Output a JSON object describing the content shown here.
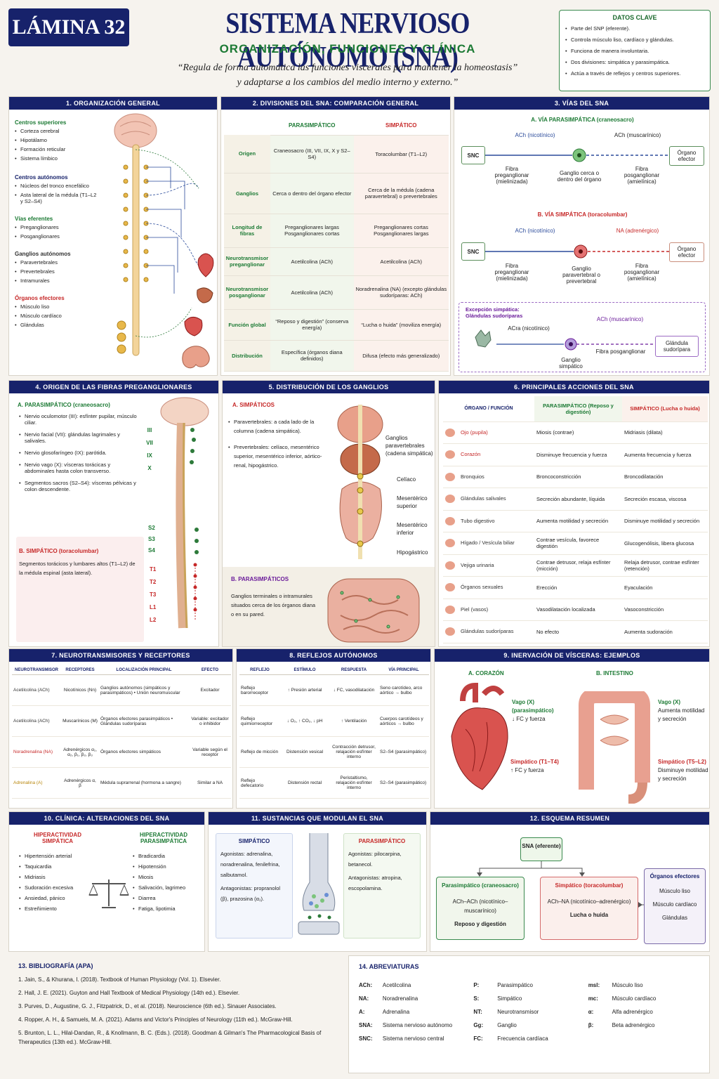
{
  "header": {
    "lamina": "LÁMINA 32",
    "title": "SISTEMA NERVIOSO AUTÓNOMO (SNA)",
    "subtitle": "ORGANIZACIÓN, FUNCIONES Y CLÍNICA",
    "quote_line1": "“Regula de forma automática las funciones viscerales para mantener la homeostasis”",
    "quote_line2": "y adaptarse a los cambios del medio interno y externo.”"
  },
  "datos_clave": {
    "title": "DATOS CLAVE",
    "items": [
      "Parte del SNP (eferente).",
      "Controla músculo liso, cardíaco y glándulas.",
      "Funciona de manera involuntaria.",
      "Dos divisiones: simpática y parasimpática.",
      "Actúa a través de reflejos y centros superiores."
    ]
  },
  "p1": {
    "title": "1. ORGANIZACIÓN GENERAL",
    "groups": [
      {
        "h": "Centros superiores",
        "items": [
          "Corteza cerebral",
          "Hipotálamo",
          "Formación reticular",
          "Sistema límbico"
        ]
      },
      {
        "h": "Centros autónomos",
        "items": [
          "Núcleos del tronco encefálico",
          "Asta lateral de la médula (T1–L2 y S2–S4)"
        ]
      },
      {
        "h": "Vías eferentes",
        "items": [
          "Preganglionares",
          "Posganglionares"
        ]
      },
      {
        "h": "Ganglios autónomos",
        "items": [
          "Paravertebrales",
          "Prevertebrales",
          "Intramurales"
        ]
      },
      {
        "h": "Órganos efectores",
        "items": [
          "Músculo liso",
          "Músculo cardíaco",
          "Glándulas"
        ]
      }
    ]
  },
  "p2": {
    "title": "2. DIVISIONES DEL SNA: COMPARACIÓN GENERAL",
    "col_para": "PARASIMPÁTICO",
    "col_sim": "SIMPÁTICO",
    "rows": [
      {
        "h": "Origen",
        "p": "Craneosacro (III, VII, IX, X y S2–S4)",
        "s": "Toracolumbar (T1–L2)"
      },
      {
        "h": "Ganglios",
        "p": "Cerca o dentro del órgano efector",
        "s": "Cerca de la médula (cadena paravertebral) o prevertebrales"
      },
      {
        "h": "Longitud de fibras",
        "p": "Preganglionares largas Posganglionares cortas",
        "s": "Preganglionares cortas Posganglionares largas"
      },
      {
        "h": "Neurotransmisor preganglionar",
        "p": "Acetilcolina (ACh)",
        "s": "Acetilcolina (ACh)"
      },
      {
        "h": "Neurotransmisor posganglionar",
        "p": "Acetilcolina (ACh)",
        "s": "Noradrenalina (NA) (excepto glándulas sudoríparas: ACh)"
      },
      {
        "h": "Función global",
        "p": "“Reposo y digestión” (conserva energía)",
        "s": "“Lucha o huida” (moviliza energía)"
      },
      {
        "h": "Distribución",
        "p": "Específica (órganos diana definidos)",
        "s": "Difusa (efecto más generalizado)"
      }
    ]
  },
  "p3": {
    "title": "3. VÍAS DEL SNA",
    "a_title": "A. VÍA PARASIMPÁTICA (craneosacro)",
    "b_title": "B. VÍA SIMPÁTICA (toracolumbar)",
    "snc": "SNC",
    "efector": "Órgano efector",
    "a_ach1": "ACh (nicotínico)",
    "a_ach2": "ACh (muscarínico)",
    "a_f1": "Fibra preganglionar (mielinizada)",
    "a_g": "Ganglio cerca o dentro del órgano",
    "a_f2": "Fibra posganglionar (amielínica)",
    "b_ach1": "ACh (nicotínico)",
    "b_na": "NA (adrenérgico)",
    "b_f1": "Fibra preganglionar (mielinizada)",
    "b_g": "Ganglio paravertebral o prevertebral",
    "b_f2": "Fibra posganglionar (amielínica)",
    "exc_title": "Excepción simpática: Glándulas sudoríparas",
    "exc_ach1": "ACra (nicotínico)",
    "exc_ach2": "ACh (muscarínico)",
    "exc_g": "Ganglio simpático",
    "exc_f": "Fibra posganglionar",
    "exc_gl": "Glándula sudorípara"
  },
  "p4": {
    "title": "4. ORIGEN DE LAS FIBRAS PREGANGLIONARES",
    "a_title": "A. PARASIMPÁTICO (craneosacro)",
    "a_items": [
      "Nervio oculomotor (III): esfínter pupilar, músculo ciliar.",
      "Nervio facial (VII): glándulas lagrimales y salivales.",
      "Nervio glosofaríngeo (IX): parótida.",
      "Nervio vago (X): vísceras torácicas y abdominales hasta colon transverso.",
      "Segmentos sacros (S2–S4): vísceras pélvicas y colon descendente."
    ],
    "b_title": "B. SIMPÁTICO (toracolumbar)",
    "b_text": "Segmentos torácicos y lumbares altos (T1–L2) de la médula espinal (asta lateral).",
    "labels_g": [
      "III",
      "VII",
      "IX",
      "X",
      "S2",
      "S3",
      "S4"
    ],
    "labels_r": [
      "T1",
      "T2",
      "T3",
      "L1",
      "L2"
    ]
  },
  "p5": {
    "title": "5. DISTRIBUCIÓN DE LOS GANGLIOS",
    "a_title": "A. SIMPÁTICOS",
    "a_items": [
      "Paravertebrales: a cada lado de la columna (cadena simpática).",
      "Prevertebrales: celíaco, mesentérico superior, mesentérico inferior, aórtico-renal, hipogástrico."
    ],
    "labels": [
      "Ganglios paravertebrales (cadena simpática)",
      "Celíaco",
      "Mesentérico superior",
      "Mesentérico inferior",
      "Hipogástrico"
    ],
    "b_title": "B. PARASIMPÁTICOS",
    "b_text": "Ganglios terminales o intramurales situados cerca de los órganos diana o en su pared."
  },
  "p6": {
    "title": "6. PRINCIPALES ACCIONES DEL SNA",
    "col_org": "ÓRGANO / FUNCIÓN",
    "col_para": "PARASIMPÁTICO (Reposo y digestión)",
    "col_sim": "SIMPÁTICO (Lucha o huida)",
    "rows": [
      {
        "o": "Ojo (pupila)",
        "p": "Miosis (contrae)",
        "s": "Midriasis (dilata)",
        "icon": "eye-icon",
        "col": "#c62828"
      },
      {
        "o": "Corazón",
        "p": "Disminuye frecuencia y fuerza",
        "s": "Aumenta frecuencia y fuerza",
        "icon": "heart-icon",
        "col": "#c62828"
      },
      {
        "o": "Bronquios",
        "p": "Broncoconstricción",
        "s": "Broncodilatación",
        "icon": "lungs-icon",
        "col": "#333"
      },
      {
        "o": "Glándulas salivales",
        "p": "Secreción abundante, líquida",
        "s": "Secreción escasa, viscosa",
        "icon": "salivary-icon",
        "col": "#333"
      },
      {
        "o": "Tubo digestivo",
        "p": "Aumenta motilidad y secreción",
        "s": "Disminuye motilidad y secreción",
        "icon": "intestine-icon",
        "col": "#333"
      },
      {
        "o": "Hígado / Vesícula biliar",
        "p": "Contrae vesícula, favorece digestión",
        "s": "Glucogenólisis, libera glucosa",
        "icon": "liver-icon",
        "col": "#333"
      },
      {
        "o": "Vejiga urinaria",
        "p": "Contrae detrusor, relaja esfínter (micción)",
        "s": "Relaja detrusor, contrae esfínter (retención)",
        "icon": "bladder-icon",
        "col": "#333"
      },
      {
        "o": "Órganos sexuales",
        "p": "Erección",
        "s": "Eyaculación",
        "icon": "sexual-organ-icon",
        "col": "#333"
      },
      {
        "o": "Piel (vasos)",
        "p": "Vasodilatación localizada",
        "s": "Vasoconstricción",
        "icon": "skin-icon",
        "col": "#333"
      },
      {
        "o": "Glándulas sudoríparas",
        "p": "No efecto",
        "s": "Aumenta sudoración",
        "icon": "sweat-gland-icon",
        "col": "#333"
      }
    ]
  },
  "p7": {
    "title": "7. NEUROTRANSMISORES Y RECEPTORES",
    "cols": [
      "NEUROTRANSMISOR",
      "RECEPTORES",
      "LOCALIZACIÓN PRINCIPAL",
      "EFECTO"
    ],
    "rows": [
      {
        "nt": "Acetilcolina (ACh)",
        "rec": "Nicotínicos (Nn)",
        "loc": "Ganglios autónomos (simpáticos y parasimpáticos) • Unión neuromuscular",
        "ef": "Excitador",
        "col": "#333"
      },
      {
        "nt": "Acetilcolina (ACh)",
        "rec": "Muscarínicos (M)",
        "loc": "Órganos efectores parasimpáticos • Glándulas sudoríparas",
        "ef": "Variable: excitador o inhibidor",
        "col": "#333"
      },
      {
        "nt": "Noradrenalina (NA)",
        "rec": "Adrenérgicos α₁, α₂, β₁, β₂, β₃",
        "loc": "Órganos efectores simpáticos",
        "ef": "Variable según el receptor",
        "col": "#c62828"
      },
      {
        "nt": "Adrenalina (A)",
        "rec": "Adrenérgicos α, β",
        "loc": "Médula suprarrenal (hormona a sangre)",
        "ef": "Similar a NA",
        "col": "#b8860b"
      }
    ]
  },
  "p8": {
    "title": "8. REFLEJOS AUTÓNOMOS",
    "cols": [
      "REFLEJO",
      "ESTÍMULO",
      "RESPUESTA",
      "VÍA PRINCIPAL"
    ],
    "rows": [
      {
        "r": "Reflejo barorreceptor",
        "e": "↑ Presión arterial",
        "res": "↓ FC, vasodilatación",
        "v": "Seno carotídeo, arco aórtico → bulbo"
      },
      {
        "r": "Reflejo quimiorreceptor",
        "e": "↓ O₂, ↑ CO₂, ↓ pH",
        "res": "↑ Ventilación",
        "v": "Cuerpos carotídeos y aórticos → bulbo"
      },
      {
        "r": "Reflejo de micción",
        "e": "Distensión vesical",
        "res": "Contracción detrusor, relajación esfínter interno",
        "v": "S2–S4 (parasimpático)"
      },
      {
        "r": "Reflejo defecatorio",
        "e": "Distensión rectal",
        "res": "Peristaltismo, relajación esfínter interno",
        "v": "S2–S4 (parasimpático)"
      }
    ]
  },
  "p9": {
    "title": "9. INERVACIÓN DE VÍSCERAS: EJEMPLOS",
    "a_title": "A. CORAZÓN",
    "b_title": "B. INTESTINO",
    "a_vago": "Vago (X) (parasimpático)",
    "a_vago_ef": "↓ FC y fuerza",
    "a_sim": "Simpático (T1–T4)",
    "a_sim_ef": "↑ FC y fuerza",
    "b_vago": "Vago (X)",
    "b_vago_ef": "Aumenta motilidad y secreción",
    "b_sim": "Simpático (T5–L2)",
    "b_sim_ef": "Disminuye motilidad y secreción"
  },
  "p10": {
    "title": "10. CLÍNICA: ALTERACIONES DEL SNA",
    "a_title": "HIPERACTIVIDAD SIMPÁTICA",
    "a_items": [
      "Hipertensión arterial",
      "Taquicardia",
      "Midriasis",
      "Sudoración excesiva",
      "Ansiedad, pánico",
      "Estreñimiento"
    ],
    "b_title": "HIPERACTIVIDAD PARASIMPÁTICA",
    "b_items": [
      "Bradicardia",
      "Hipotensión",
      "Miosis",
      "Salivación, lagrimeo",
      "Diarrea",
      "Fatiga, lipotimia"
    ]
  },
  "p11": {
    "title": "11. SUSTANCIAS QUE MODULAN EL SNA",
    "a_title": "SIMPÁTICO",
    "a_ag": "Agonistas: adrenalina, noradrenalina, fenilefrina, salbutamol.",
    "a_an": "Antagonistas: propranolol (β), prazosina (α₁).",
    "b_title": "PARASIMPÁTICO",
    "b_ag": "Agonistas: pilocarpina, betanecol.",
    "b_an": "Antagonistas: atropina, escopolamina."
  },
  "p12": {
    "title": "12. ESQUEMA RESUMEN",
    "sna": "SNA (eferente)",
    "para_t": "Parasimpático (craneosacro)",
    "para_nt": "ACh–ACh (nicotínico–muscarínico)",
    "para_f": "Reposo y digestión",
    "sim_t": "Simpático (toracolumbar)",
    "sim_nt": "ACh–NA (nicotínico–adrenérgico)",
    "sim_f": "Lucha o huida",
    "ef_t": "Órganos efectores",
    "ef_items": [
      "Músculo liso",
      "Músculo cardíaco",
      "Glándulas"
    ]
  },
  "p13": {
    "title": "13.   BIBLIOGRAFÍA (APA)",
    "items": [
      "1.   Jain, S., & Khurana, I. (2018). Textbook of Human Physiology (Vol. 1). Elsevier.",
      "2.   Hall, J. E. (2021). Guyton and Hall Textbook of Medical Physiology (14th ed.). Elsevier.",
      "3.   Purves, D., Augustine, G. J., Fitzpatrick, D., et al. (2018). Neuroscience (6th ed.). Sinauer Associates.",
      "4.   Ropper, A. H., & Samuels, M. A. (2021). Adams and Victor's Principles of Neurology (11th ed.). McGraw-Hill.",
      "5.   Brunton, L. L., Hilal-Dandan, R., & Knollmann, B. C. (Eds.). (2018). Goodman & Gilman's The Pharmacological Basis of Therapeutics (13th ed.). McGraw-Hill."
    ]
  },
  "p14": {
    "title": "14.   ABREVIATURAS",
    "rows": [
      [
        "ACh:",
        "Acetilcolina",
        "P:",
        "Parasimpático",
        "msl:",
        "Músculo liso"
      ],
      [
        "NA:",
        "Noradrenalina",
        "S:",
        "Simpático",
        "mc:",
        "Músculo cardíaco"
      ],
      [
        "A:",
        "Adrenalina",
        "NT:",
        "Neurotransmisor",
        "α:",
        "Alfa adrenérgico"
      ],
      [
        "SNA:",
        "Sistema nervioso autónomo",
        "Gg:",
        "Ganglio",
        "β:",
        "Beta adrenérgico"
      ],
      [
        "SNC:",
        "Sistema nervioso central",
        "FC:",
        "Frecuencia cardíaca",
        "",
        ""
      ]
    ]
  }
}
